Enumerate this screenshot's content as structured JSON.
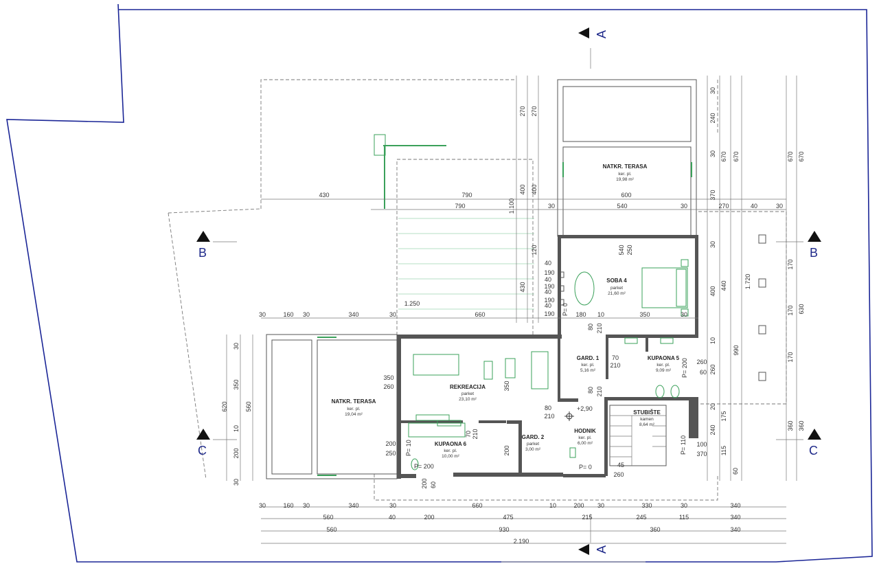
{
  "sections": {
    "a": "A",
    "b": "B",
    "c": "C"
  },
  "rooms": {
    "terasa_top": {
      "name": "NATKR. TERASA",
      "finish": "ker. pl.",
      "area": "19,98 m²"
    },
    "soba4": {
      "name": "SOBA 4",
      "finish": "parket",
      "area": "21,60 m²"
    },
    "gard1": {
      "name": "GARD. 1",
      "finish": "ker. pl.",
      "area": "5,16 m²"
    },
    "kupaona5": {
      "name": "KUPAONA 5",
      "finish": "ker. pl.",
      "area": "9,09 m²"
    },
    "rekreacija": {
      "name": "REKREACIJA",
      "finish": "parket",
      "area": "23,10 m²"
    },
    "terasa_left": {
      "name": "NATKR. TERASA",
      "finish": "ker. pl.",
      "area": "19,04 m²"
    },
    "stubiste": {
      "name": "STUBIŠTE",
      "finish": "kamen",
      "area": "8,64 m²"
    },
    "hodnik": {
      "name": "HODNIK",
      "finish": "ker. pl.",
      "area": "6,00 m²"
    },
    "gard2": {
      "name": "GARD. 2",
      "finish": "parket",
      "area": "3,00 m²"
    },
    "kupaona6": {
      "name": "KUPAONA 6",
      "finish": "ker. pl.",
      "area": "10,00 m²"
    }
  },
  "levels": {
    "main": "+2,90",
    "p0a": "P= 0",
    "p0b": "P= 0",
    "p10": "P= 10",
    "p200a": "P= 200",
    "p200b": "P= 200",
    "p110": "P= 110"
  },
  "dims": {
    "top_430": "430",
    "top_790a": "790",
    "top_790b": "790",
    "top_600": "600",
    "top_540": "540",
    "top_30a": "30",
    "top_30b": "30",
    "top_270": "270",
    "top_40": "40",
    "top_30c": "30",
    "v_270a": "270",
    "v_270b": "270",
    "v_400a": "400",
    "v_400b": "400",
    "v_1100": "1.100",
    "v_430": "430",
    "v_120": "120",
    "v_540": "540",
    "v_250": "250",
    "w_190a": "190",
    "w_190b": "190",
    "w_190c": "190",
    "w_190d": "190",
    "w_40a": "40",
    "w_40b": "40",
    "w_40c": "40",
    "w_40d": "40",
    "mid_1250": "1.250",
    "row1_30a": "30",
    "row1_160": "160",
    "row1_30b": "30",
    "row1_340": "340",
    "row1_30c": "30",
    "row1_660": "660",
    "row1_180": "180",
    "row1_10": "10",
    "row1_350": "350",
    "row1_30d": "30",
    "r_30a": "30",
    "r_240": "240",
    "r_30b": "30",
    "r_370": "370",
    "r_670a": "670",
    "r_670b": "670",
    "r_670c": "670",
    "r_670d": "670",
    "r_30c": "30",
    "r_400": "400",
    "r_440": "440",
    "r_1720": "1.720",
    "r_170a": "170",
    "r_170b": "170",
    "r_170c": "170",
    "r_630": "630",
    "r_10": "10",
    "r_990": "990",
    "r_260a": "260",
    "r_260b": "260",
    "r_60": "60",
    "r_20": "20",
    "r_175": "175",
    "r_240b": "240",
    "r_360a": "360",
    "r_360b": "360",
    "r_115": "115",
    "r_100": "100",
    "r_370b": "370",
    "r_60b": "60",
    "l_30a": "30",
    "l_620": "620",
    "l_350": "350",
    "l_560": "560",
    "l_10": "10",
    "l_200": "200",
    "l_30b": "30",
    "in_350": "350",
    "in_260": "260",
    "in_200": "200",
    "in_250": "250",
    "in_350b": "350",
    "in_80a": "80",
    "in_210a": "210",
    "in_70": "70",
    "in_210b": "210",
    "in_80b": "80",
    "in_210c": "210",
    "in_70b": "70",
    "in_210d": "210",
    "in_80c": "80",
    "in_210e": "210",
    "in_200b": "200",
    "in_45": "45",
    "in_260b": "260",
    "in_60": "60",
    "in_200c": "200",
    "b1_30a": "30",
    "b1_160": "160",
    "b1_30b": "30",
    "b1_340": "340",
    "b1_30c": "30",
    "b1_660": "660",
    "b1_10": "10",
    "b1_200": "200",
    "b1_30d": "30",
    "b1_330": "330",
    "b1_30e": "30",
    "b2_560": "560",
    "b2_40": "40",
    "b2_200": "200",
    "b2_475": "475",
    "b2_215": "215",
    "b2_245": "245",
    "b2_115": "115",
    "b2_340": "340",
    "b3_560": "560",
    "b3_930": "930",
    "b3_360": "360",
    "b3_340": "340",
    "b4_2190": "2.190"
  }
}
